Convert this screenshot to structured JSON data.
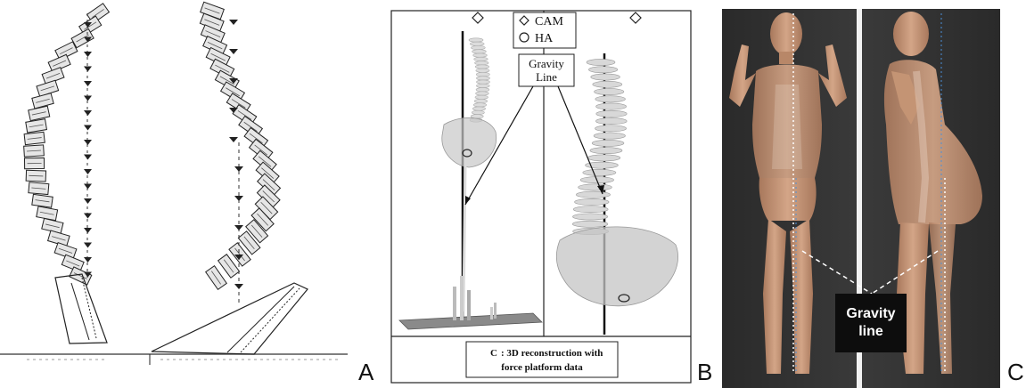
{
  "panels": {
    "a": {
      "letter": "A"
    },
    "b": {
      "letter": "B",
      "legend": {
        "cam": "CAM",
        "ha": "HA"
      },
      "gravity_box": {
        "line1": "Gravity",
        "line2": "Line"
      },
      "caption": {
        "prefix": "C",
        "line1": ": 3D reconstruction with",
        "line2": "force platform data"
      }
    },
    "c": {
      "letter": "C",
      "gravity_label": {
        "line1": "Gravity",
        "line2": "line"
      }
    }
  }
}
